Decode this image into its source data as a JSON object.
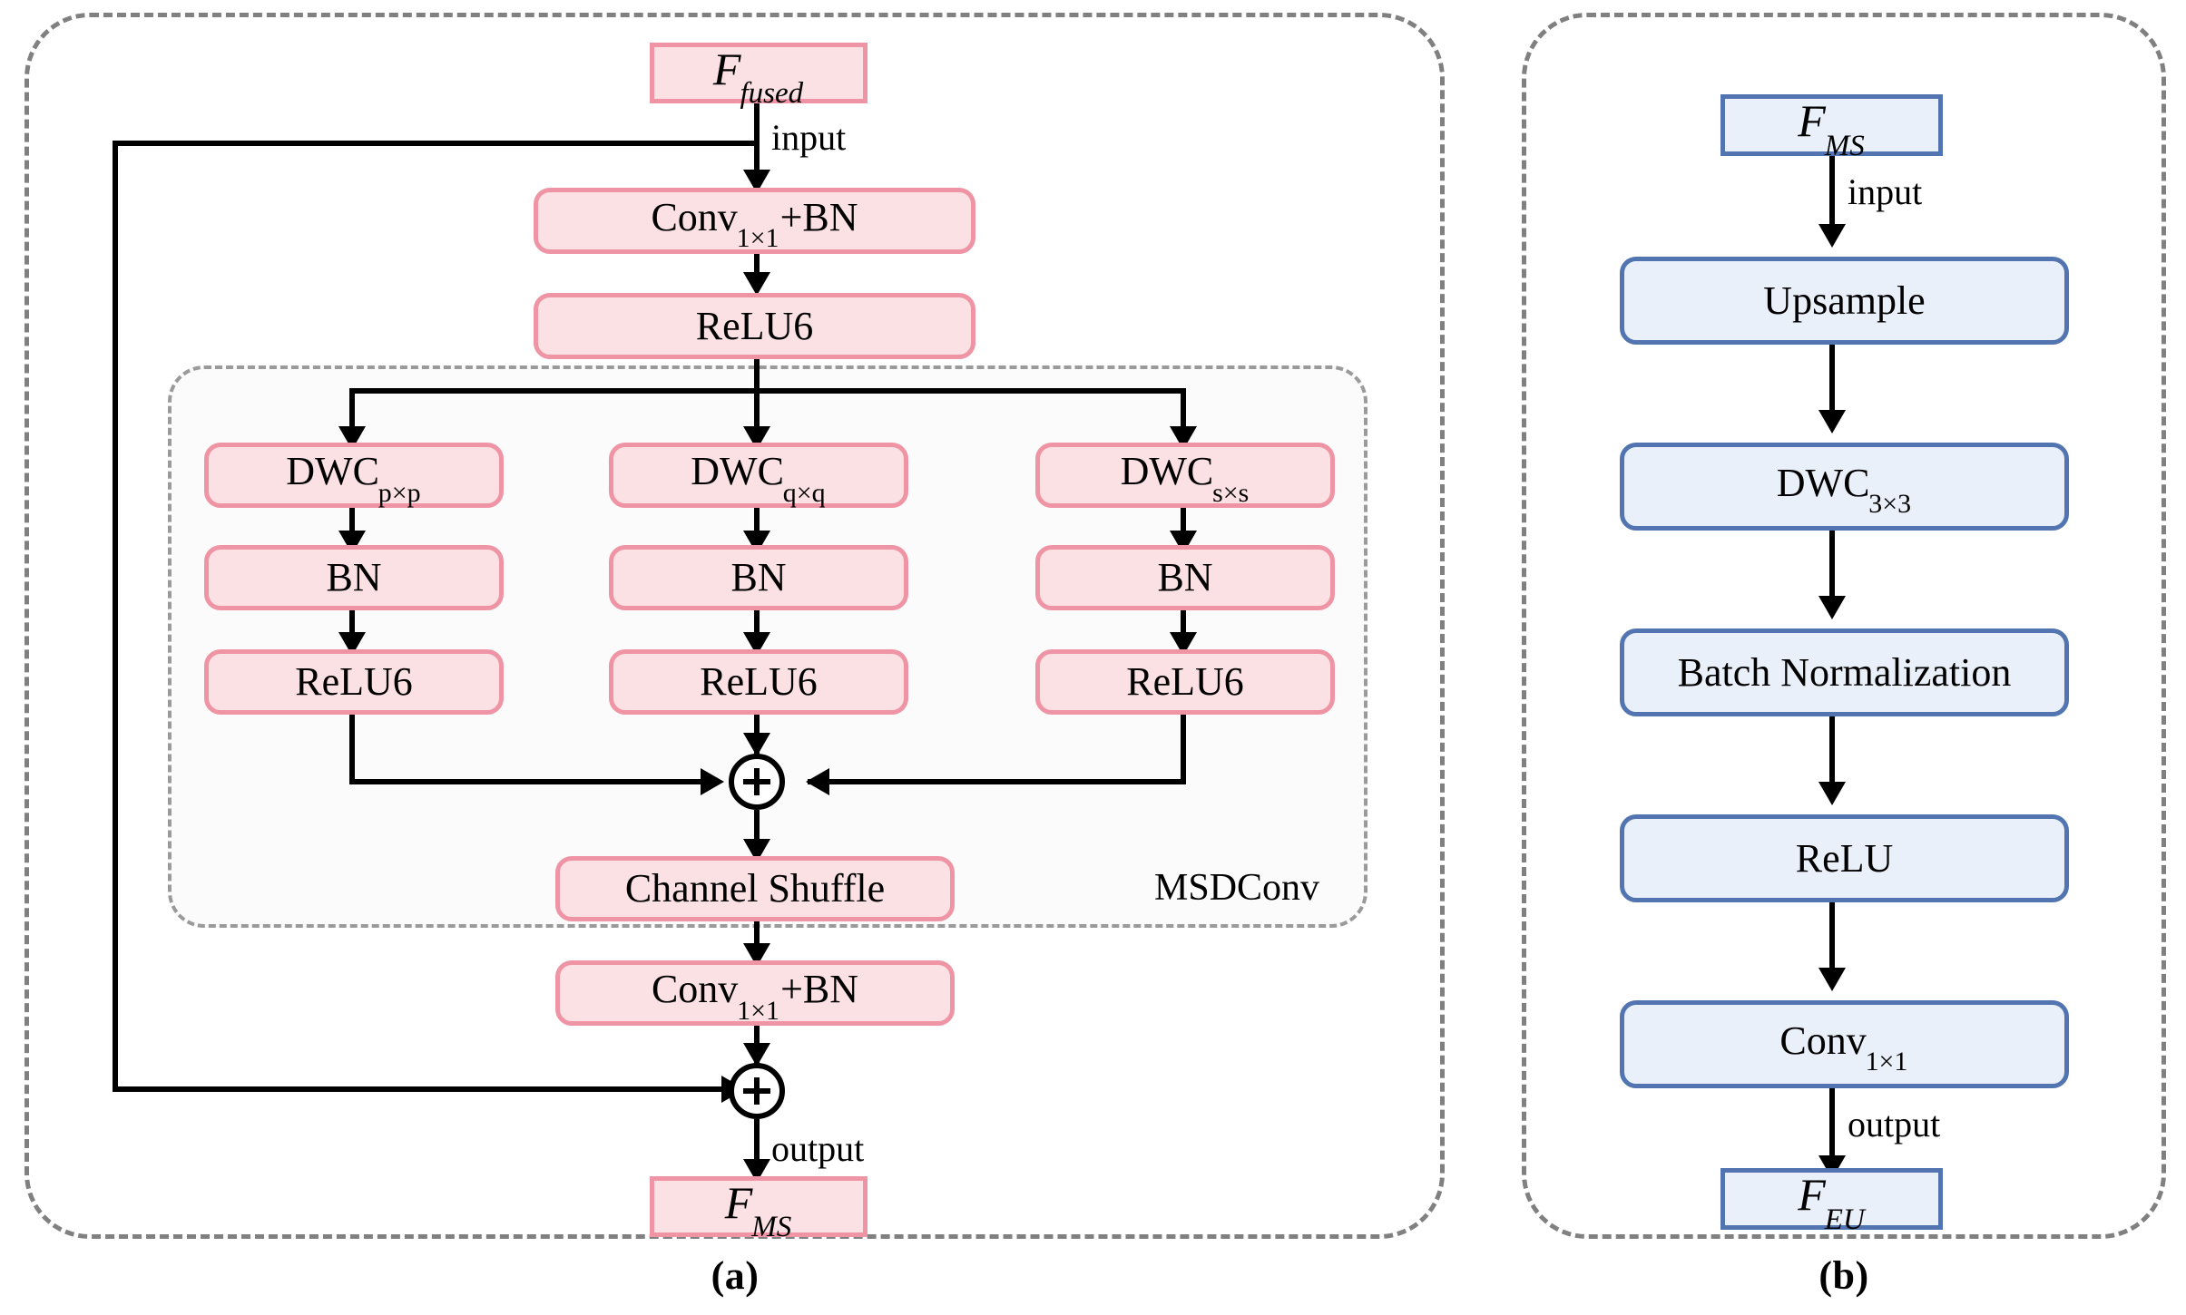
{
  "figure": {
    "panels": [
      {
        "id": "a",
        "caption": "(a)",
        "group_label": "MSDConv"
      },
      {
        "id": "b",
        "caption": "(b)"
      }
    ]
  },
  "colors": {
    "pink_fill": "#fbe0e4",
    "pink_border": "#ef94a4",
    "blue_fill": "#eaf0f9",
    "blue_border": "#5274b0",
    "dashed_frame": "#808080",
    "arrow": "#000000"
  },
  "panel_a": {
    "input_tensor": {
      "base": "F",
      "sub": "fused"
    },
    "output_tensor": {
      "base": "F",
      "sub": "MS"
    },
    "conv_top": {
      "base": "Conv",
      "sub": "1×1",
      "suffix": "+BN"
    },
    "relu_top": "ReLU6",
    "branches": [
      {
        "dwc": {
          "base": "DWC",
          "sub": "p×p"
        },
        "bn": "BN",
        "relu": "ReLU6"
      },
      {
        "dwc": {
          "base": "DWC",
          "sub": "q×q"
        },
        "bn": "BN",
        "relu": "ReLU6"
      },
      {
        "dwc": {
          "base": "DWC",
          "sub": "s×s"
        },
        "bn": "BN",
        "relu": "ReLU6"
      }
    ],
    "channel_shuffle": "Channel Shuffle",
    "conv_bottom": {
      "base": "Conv",
      "sub": "1×1",
      "suffix": "+BN"
    },
    "group_label": "MSDConv",
    "edge_labels": {
      "input": "input",
      "output": "output"
    },
    "sum_symbol": "+"
  },
  "panel_b": {
    "input_tensor": {
      "base": "F",
      "sub": "MS"
    },
    "output_tensor": {
      "base": "F",
      "sub": "EU"
    },
    "stages": [
      "Upsample",
      "DWC",
      "Batch Normalization",
      "ReLU",
      "Conv"
    ],
    "dwc": {
      "base": "DWC",
      "sub": "3×3"
    },
    "conv": {
      "base": "Conv",
      "sub": "1×1"
    },
    "upsample": "Upsample",
    "batch_norm": "Batch Normalization",
    "relu": "ReLU",
    "edge_labels": {
      "input": "input",
      "output": "output"
    }
  }
}
